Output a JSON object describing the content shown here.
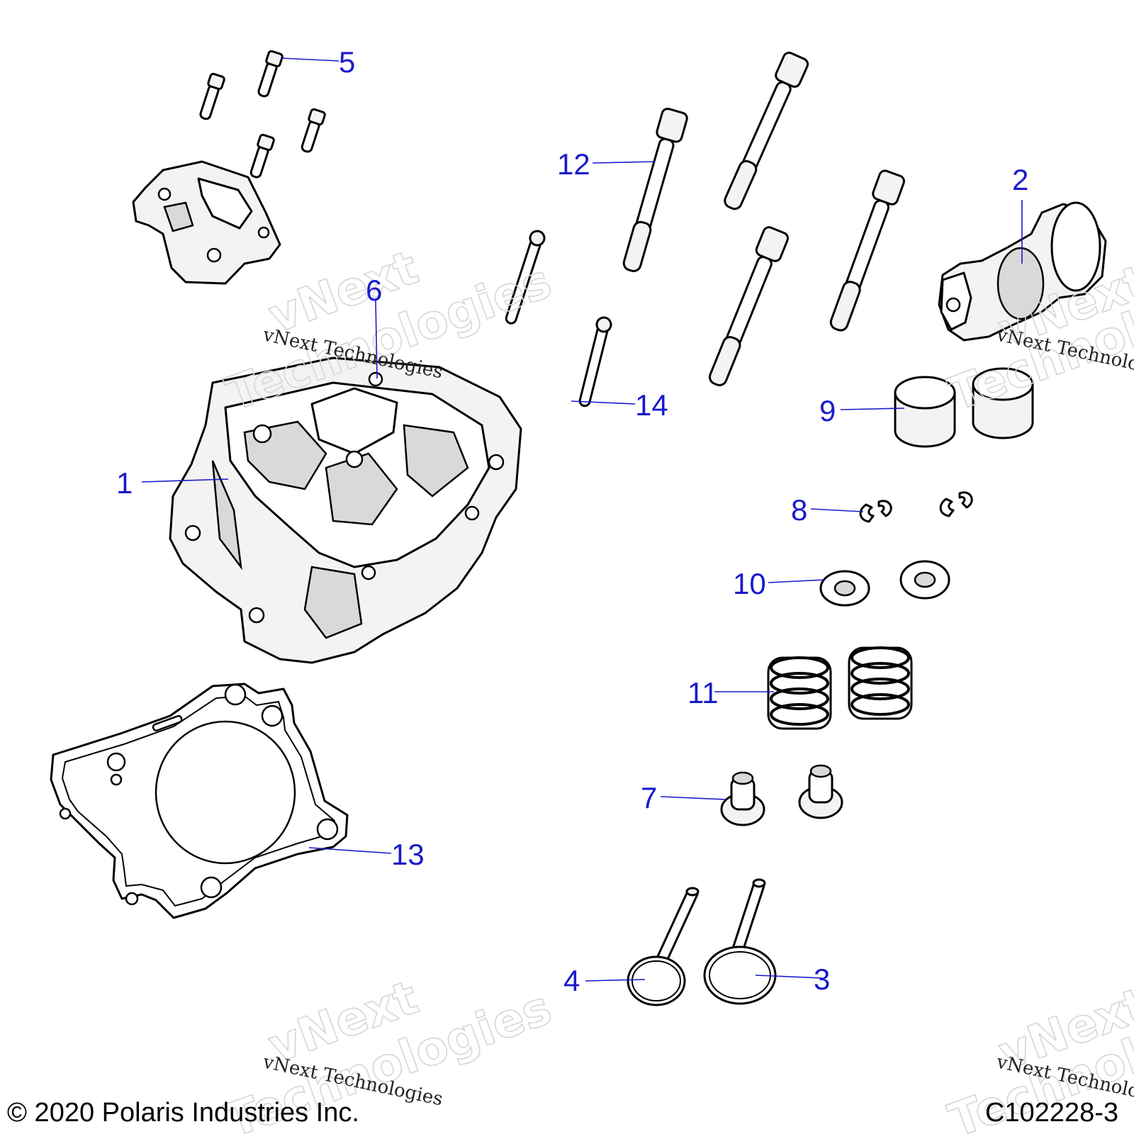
{
  "callouts": [
    {
      "id": "1",
      "label": "1"
    },
    {
      "id": "2",
      "label": "2"
    },
    {
      "id": "3",
      "label": "3"
    },
    {
      "id": "4",
      "label": "4"
    },
    {
      "id": "5",
      "label": "5"
    },
    {
      "id": "6",
      "label": "6"
    },
    {
      "id": "7",
      "label": "7"
    },
    {
      "id": "8",
      "label": "8"
    },
    {
      "id": "9",
      "label": "9"
    },
    {
      "id": "10",
      "label": "10"
    },
    {
      "id": "11",
      "label": "11"
    },
    {
      "id": "12",
      "label": "12"
    },
    {
      "id": "13",
      "label": "13"
    },
    {
      "id": "14",
      "label": "14"
    }
  ],
  "watermark": {
    "small": "vNext Technologies",
    "large_1": "vNext",
    "large_2": "Technologies"
  },
  "footer": {
    "copyright": "© 2020 Polaris Industries Inc.",
    "figure_code": "C102228-3"
  },
  "colors": {
    "callout": "#1a1acc",
    "line_art": "#000000"
  }
}
